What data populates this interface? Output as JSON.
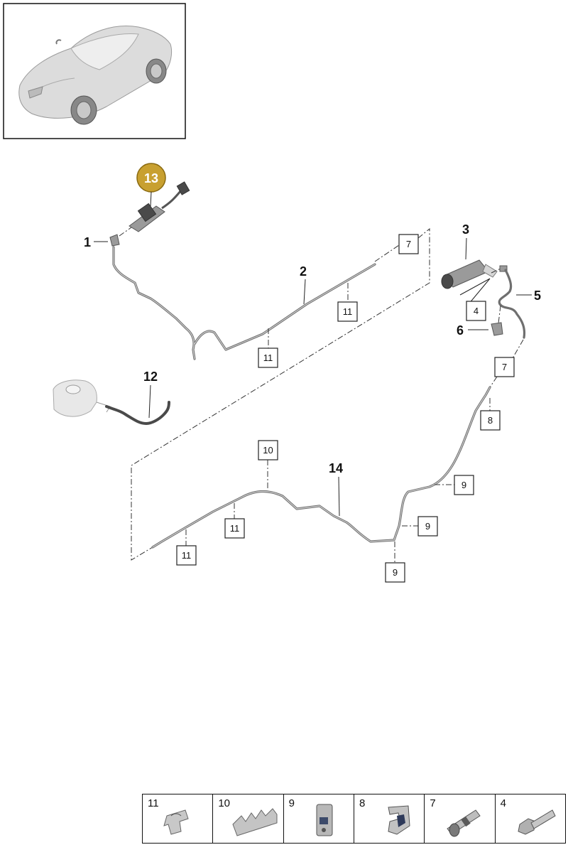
{
  "callouts": {
    "c1": "1",
    "c2": "2",
    "c3": "3",
    "c5": "5",
    "c6": "6",
    "c12": "12",
    "c13": "13",
    "c14": "14"
  },
  "boxes": {
    "b7_top": "7",
    "b11_a": "11",
    "b11_b": "11",
    "b4": "4",
    "b7_right": "7",
    "b8": "8",
    "b10": "10",
    "b14_11_a": "11",
    "b14_11_b": "11",
    "b9_a": "9",
    "b9_b": "9",
    "b9_c": "9"
  },
  "legend": {
    "items": [
      {
        "number": "11",
        "icon": "pipe-clip-11-icon"
      },
      {
        "number": "10",
        "icon": "multi-clip-10-icon"
      },
      {
        "number": "9",
        "icon": "clip-holder-9-icon"
      },
      {
        "number": "8",
        "icon": "bracket-clip-8-icon"
      },
      {
        "number": "7",
        "icon": "connector-7-icon"
      },
      {
        "number": "4",
        "icon": "bolt-4-icon"
      }
    ]
  },
  "colors": {
    "badge_fill": "#c8a030",
    "pipe": "#6f6f6f",
    "line": "#222222"
  }
}
